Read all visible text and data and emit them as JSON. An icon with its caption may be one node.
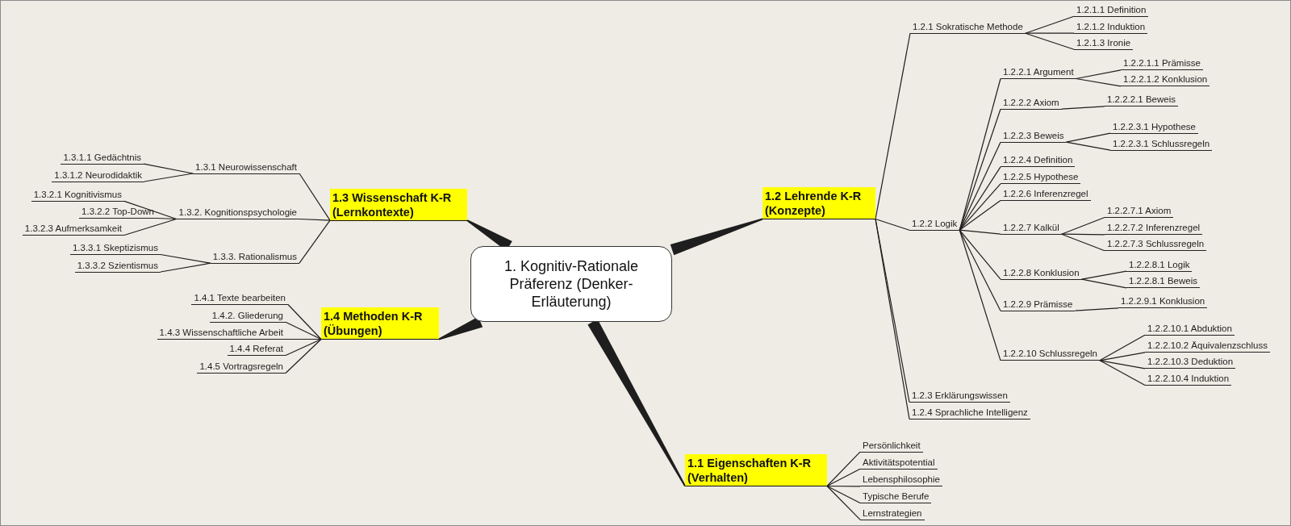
{
  "diagram": {
    "nodes": [
      {
        "text": [
          "1. Kognitiv-Rationale Präferenz (Denker-Erläuterung)"
        ]
      },
      {
        "text": [
          "1.1 Eigenschaften K-R (Verhalten)"
        ]
      },
      {
        "text": [
          "Persönlichkeit"
        ]
      },
      {
        "text": [
          "Aktivitätspotential"
        ]
      },
      {
        "text": [
          "Lebensphilosophie"
        ]
      },
      {
        "text": [
          "Typische Berufe"
        ]
      },
      {
        "text": [
          "Lernstrategien"
        ]
      },
      {
        "text": [
          "1.2 Lehrende K-R (Konzepte)"
        ]
      },
      {
        "text": [
          "1.2.1 Sokratische Methode"
        ]
      },
      {
        "text": [
          "1.2.1.1 Definition"
        ]
      },
      {
        "text": [
          "1.2.1.2 Induktion"
        ]
      },
      {
        "text": [
          "1.2.1.3 Ironie"
        ]
      },
      {
        "text": [
          "1.2.2 Logik"
        ]
      },
      {
        "text": [
          "1.2.2.1 Argument"
        ]
      },
      {
        "text": [
          "1.2.2.1.1 Prämisse"
        ]
      },
      {
        "text": [
          "1.2.2.1.2 Konklusion"
        ]
      },
      {
        "text": [
          "1.2.2.2 Axiom"
        ]
      },
      {
        "text": [
          "1.2.2.2.1 Beweis"
        ]
      },
      {
        "text": [
          "1.2.2.3 Beweis"
        ]
      },
      {
        "text": [
          "1.2.2.3.1 Hypothese"
        ]
      },
      {
        "text": [
          "1.2.2.3.1 Schlussregeln"
        ]
      },
      {
        "text": [
          "1.2.2.4 Definition"
        ]
      },
      {
        "text": [
          "1.2.2.5 Hypothese"
        ]
      },
      {
        "text": [
          "1.2.2.6 Inferenzregel"
        ]
      },
      {
        "text": [
          "1.2.2.7 Kalkül"
        ]
      },
      {
        "text": [
          "1.2.2.7.1 Axiom"
        ]
      },
      {
        "text": [
          "1.2.2.7.2 Inferenzregel"
        ]
      },
      {
        "text": [
          "1.2.2.7.3 Schlussregeln"
        ]
      },
      {
        "text": [
          "1.2.2.8 Konklusion"
        ]
      },
      {
        "text": [
          "1.2.2.8.1 Logik"
        ]
      },
      {
        "text": [
          "1.2.2.8.1 Beweis"
        ]
      },
      {
        "text": [
          "1.2.2.9 Prämisse"
        ]
      },
      {
        "text": [
          "1.2.2.9.1 Konklusion"
        ]
      },
      {
        "text": [
          "1.2.2.10 Schlussregeln"
        ]
      },
      {
        "text": [
          "1.2.2.10.1 Abduktion"
        ]
      },
      {
        "text": [
          "1.2.2.10.2 Äquivalenzschluss"
        ]
      },
      {
        "text": [
          "1.2.2.10.3 Deduktion"
        ]
      },
      {
        "text": [
          "1.2.2.10.4 Induktion"
        ]
      },
      {
        "text": [
          "1.2.3 Erklärungswissen"
        ]
      },
      {
        "text": [
          "1.2.4 Sprachliche Intelligenz"
        ]
      },
      {
        "text": [
          "1.3 Wissenschaft K-R (Lernkontexte)"
        ]
      },
      {
        "text": [
          "1.3.1 Neurowissenschaft"
        ]
      },
      {
        "text": [
          "1.3.1.1 Gedächtnis"
        ]
      },
      {
        "text": [
          "1.3.1.2 Neurodidaktik"
        ]
      },
      {
        "text": [
          "1.3.2. Kognitionspsychologie"
        ]
      },
      {
        "text": [
          "1.3.2.1 Kognitivismus"
        ]
      },
      {
        "text": [
          "1.3.2.2 Top-Down"
        ]
      },
      {
        "text": [
          "1.3.2.3 Aufmerksamkeit"
        ]
      },
      {
        "text": [
          "1.3.3. Rationalismus"
        ]
      },
      {
        "text": [
          "1.3.3.1 Skeptizismus"
        ]
      },
      {
        "text": [
          "1.3.3.2 Szientismus"
        ]
      },
      {
        "text": [
          "1.4 Methoden K-R (Übungen)"
        ]
      },
      {
        "text": [
          "1.4.1 Texte bearbeiten"
        ]
      },
      {
        "text": [
          "1.4.2. Gliederung"
        ]
      },
      {
        "text": [
          "1.4.3 Wissenschaftliche Arbeit"
        ]
      },
      {
        "text": [
          "1.4.4 Referat"
        ]
      },
      {
        "text": [
          "1.4.5 Vortragsregeln"
        ]
      }
    ],
    "edges": [
      {
        "from": 0,
        "to": 1,
        "arrow": "none",
        "style": "thick"
      },
      {
        "from": 1,
        "to": 2,
        "arrow": "none"
      },
      {
        "from": 1,
        "to": 3,
        "arrow": "none"
      },
      {
        "from": 1,
        "to": 4,
        "arrow": "none"
      },
      {
        "from": 1,
        "to": 5,
        "arrow": "none"
      },
      {
        "from": 1,
        "to": 6,
        "arrow": "none"
      },
      {
        "from": 0,
        "to": 7,
        "arrow": "none",
        "style": "thick"
      },
      {
        "from": 7,
        "to": 8,
        "arrow": "none"
      },
      {
        "from": 8,
        "to": 9,
        "arrow": "none"
      },
      {
        "from": 8,
        "to": 10,
        "arrow": "none"
      },
      {
        "from": 8,
        "to": 11,
        "arrow": "none"
      },
      {
        "from": 7,
        "to": 12,
        "arrow": "none"
      },
      {
        "from": 12,
        "to": 13,
        "arrow": "none"
      },
      {
        "from": 13,
        "to": 14,
        "arrow": "none"
      },
      {
        "from": 13,
        "to": 15,
        "arrow": "none"
      },
      {
        "from": 12,
        "to": 16,
        "arrow": "none"
      },
      {
        "from": 16,
        "to": 17,
        "arrow": "none"
      },
      {
        "from": 12,
        "to": 18,
        "arrow": "none"
      },
      {
        "from": 18,
        "to": 19,
        "arrow": "none"
      },
      {
        "from": 18,
        "to": 20,
        "arrow": "none"
      },
      {
        "from": 12,
        "to": 21,
        "arrow": "none"
      },
      {
        "from": 12,
        "to": 22,
        "arrow": "none"
      },
      {
        "from": 12,
        "to": 23,
        "arrow": "none"
      },
      {
        "from": 12,
        "to": 24,
        "arrow": "none"
      },
      {
        "from": 24,
        "to": 25,
        "arrow": "none"
      },
      {
        "from": 24,
        "to": 26,
        "arrow": "none"
      },
      {
        "from": 24,
        "to": 27,
        "arrow": "none"
      },
      {
        "from": 12,
        "to": 28,
        "arrow": "none"
      },
      {
        "from": 28,
        "to": 29,
        "arrow": "none"
      },
      {
        "from": 28,
        "to": 30,
        "arrow": "none"
      },
      {
        "from": 12,
        "to": 31,
        "arrow": "none"
      },
      {
        "from": 31,
        "to": 32,
        "arrow": "none"
      },
      {
        "from": 12,
        "to": 33,
        "arrow": "none"
      },
      {
        "from": 33,
        "to": 34,
        "arrow": "none"
      },
      {
        "from": 33,
        "to": 35,
        "arrow": "none"
      },
      {
        "from": 33,
        "to": 36,
        "arrow": "none"
      },
      {
        "from": 33,
        "to": 37,
        "arrow": "none"
      },
      {
        "from": 7,
        "to": 38,
        "arrow": "none"
      },
      {
        "from": 7,
        "to": 39,
        "arrow": "none"
      },
      {
        "from": 0,
        "to": 40,
        "arrow": "none",
        "style": "thick"
      },
      {
        "from": 40,
        "to": 41,
        "arrow": "none"
      },
      {
        "from": 41,
        "to": 42,
        "arrow": "none"
      },
      {
        "from": 41,
        "to": 43,
        "arrow": "none"
      },
      {
        "from": 40,
        "to": 44,
        "arrow": "none"
      },
      {
        "from": 44,
        "to": 45,
        "arrow": "none"
      },
      {
        "from": 44,
        "to": 46,
        "arrow": "none"
      },
      {
        "from": 44,
        "to": 47,
        "arrow": "none"
      },
      {
        "from": 40,
        "to": 48,
        "arrow": "none"
      },
      {
        "from": 48,
        "to": 49,
        "arrow": "none"
      },
      {
        "from": 48,
        "to": 50,
        "arrow": "none"
      },
      {
        "from": 0,
        "to": 51,
        "arrow": "none",
        "style": "thick"
      },
      {
        "from": 51,
        "to": 52,
        "arrow": "none"
      },
      {
        "from": 51,
        "to": 53,
        "arrow": "none"
      },
      {
        "from": 51,
        "to": 54,
        "arrow": "none"
      },
      {
        "from": 51,
        "to": 55,
        "arrow": "none"
      },
      {
        "from": 51,
        "to": 56,
        "arrow": "none"
      }
    ]
  }
}
